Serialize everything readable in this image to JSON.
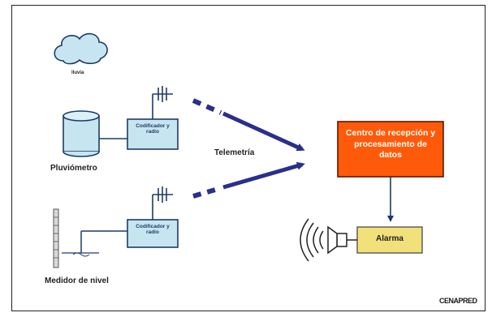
{
  "labels": {
    "lluvia": "lluvia",
    "pluviometro": "Pluviómetro",
    "telemetria": "Telemetría",
    "medidor": "Medidor de nivel",
    "codificador_1": "Codificador y radio",
    "codificador_2": "Codificador y radio",
    "centro": "Centro de recepción y procesamiento de datos",
    "alarma": "Alarma",
    "logo": "CENAPRED"
  },
  "colors": {
    "box_fill": "#c6e5f0",
    "box_border": "#1f3a66",
    "centro_fill": "#ff5a0a",
    "alarma_fill": "#f2e07a",
    "arrow": "#2a2f8c",
    "line": "#1f3a66"
  }
}
